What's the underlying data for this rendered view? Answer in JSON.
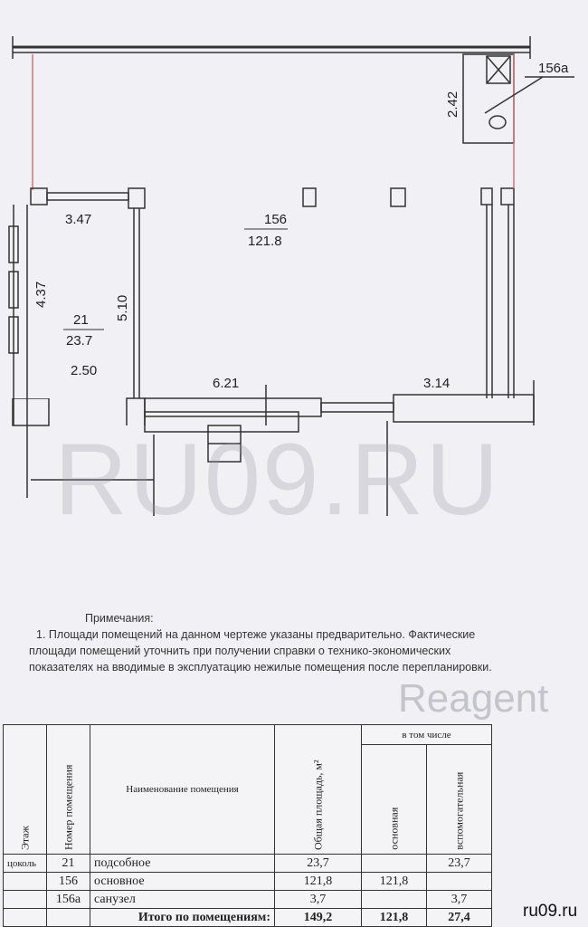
{
  "plan": {
    "rooms": [
      {
        "number": "156",
        "area": "121.8"
      },
      {
        "number": "21",
        "area": "23.7"
      },
      {
        "number": "156а"
      }
    ],
    "dimensions": [
      "3.47",
      "4.37",
      "5.10",
      "2.42",
      "6.21",
      "3.14",
      "2.50"
    ]
  },
  "watermark": "RU09.RU",
  "notes": {
    "title": "Примечания:",
    "lines": [
      "1. Площади помещений на данном чертеже указаны предварительно. Фактические",
      "площади помещений уточнить при получении справки о технико-экономических",
      "показателях на вводимые в эксплуатацию нежилые помещения после перепланировки."
    ]
  },
  "table": {
    "headers": {
      "floor": "Этаж",
      "room_no": "Номер помещения",
      "name": "Наименование помещения",
      "total": "Общая площадь, м²",
      "including": "в том числе",
      "main": "основная",
      "aux": "вспомогательная"
    },
    "rows": [
      {
        "floor": "цоколь",
        "no": "21",
        "name": "подсобное",
        "total": "23,7",
        "main": "",
        "aux": "23,7"
      },
      {
        "floor": "",
        "no": "156",
        "name": "основное",
        "total": "121,8",
        "main": "121,8",
        "aux": ""
      },
      {
        "floor": "",
        "no": "156а",
        "name": "санузел",
        "total": "3,7",
        "main": "",
        "aux": "3,7"
      }
    ],
    "total": {
      "label": "Итого по помещениям:",
      "total": "149,2",
      "main": "121,8",
      "aux": "27,4"
    }
  },
  "agent_watermark": "Reagent",
  "site": "ru09.ru"
}
